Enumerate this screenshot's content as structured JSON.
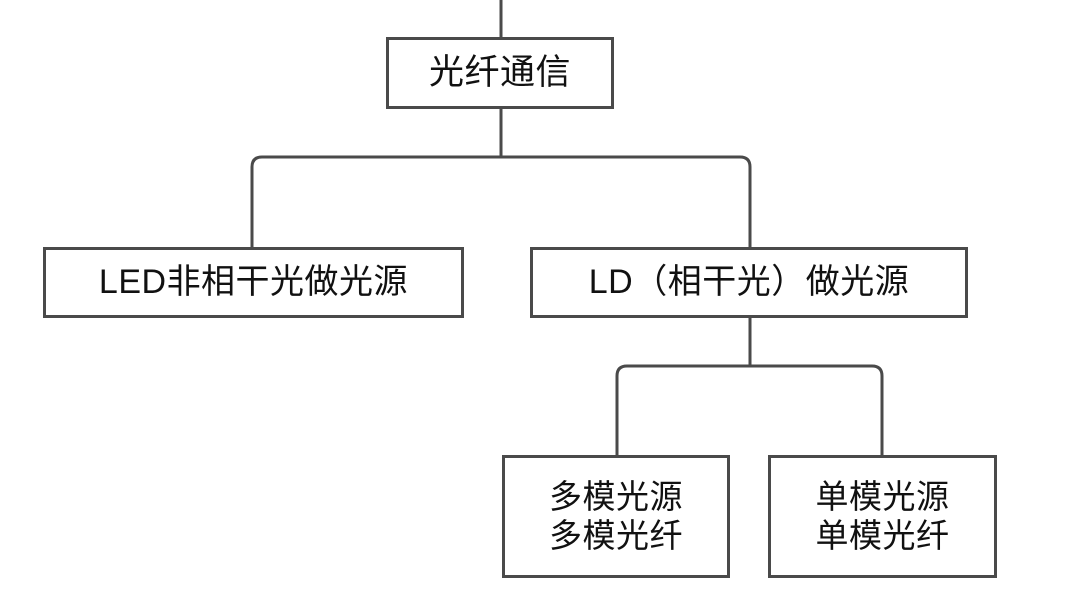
{
  "diagram": {
    "type": "tree",
    "title": "光纤通信",
    "background_color": "#ffffff",
    "stroke_color": "#4a4a4a",
    "text_color": "#111111",
    "nodes": {
      "root": {
        "id": "root",
        "label": "光纤通信",
        "lines": [
          "光纤通信"
        ],
        "level": 0
      },
      "led": {
        "id": "led",
        "label": "LED非相干光做光源",
        "lines": [
          "LED非相干光做光源"
        ],
        "level": 1
      },
      "ld": {
        "id": "ld",
        "label": "LD（相干光）做光源",
        "lines": [
          "LD（相干光）做光源"
        ],
        "level": 1
      },
      "multimode": {
        "id": "multimode",
        "label": "多模光源 多模光纤",
        "lines": [
          "多模光源",
          "多模光纤"
        ],
        "level": 2
      },
      "singlemode": {
        "id": "singlemode",
        "label": "单模光源 单模光纤",
        "lines": [
          "单模光源",
          "单模光纤"
        ],
        "level": 2
      }
    },
    "edges": [
      {
        "from": "above",
        "to": "root"
      },
      {
        "from": "root",
        "to": "led"
      },
      {
        "from": "root",
        "to": "ld"
      },
      {
        "from": "ld",
        "to": "multimode"
      },
      {
        "from": "ld",
        "to": "singlemode"
      }
    ]
  }
}
